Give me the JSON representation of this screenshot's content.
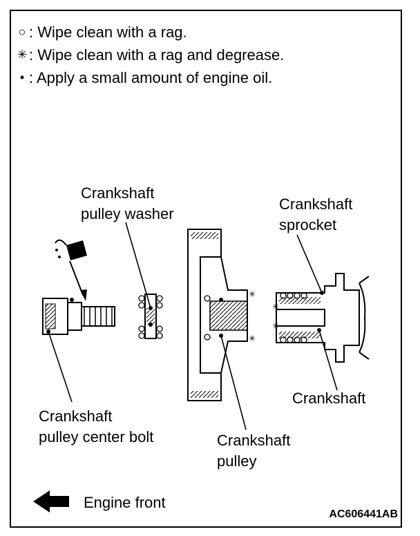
{
  "legend": [
    {
      "symbol": "○",
      "symbol_name": "wipe-symbol",
      "text": ": Wipe clean with a rag."
    },
    {
      "symbol": "✳",
      "symbol_name": "degrease-symbol",
      "text": ": Wipe clean with a rag and degrease."
    },
    {
      "symbol": "•",
      "symbol_name": "oil-symbol",
      "text": ": Apply a small amount of engine oil."
    }
  ],
  "labels": {
    "washer": [
      "Crankshaft",
      "pulley washer"
    ],
    "sprocket": [
      "Crankshaft",
      "sprocket"
    ],
    "crankshaft": "Crankshaft",
    "bolt": [
      "Crankshaft",
      "pulley center bolt"
    ],
    "pulley": [
      "Crankshaft",
      "pulley"
    ]
  },
  "engine_front": "Engine front",
  "figure_code": "AC606441AB",
  "icons": {
    "oil_can": "oil-can-icon",
    "arrow": "arrow-left-icon"
  }
}
